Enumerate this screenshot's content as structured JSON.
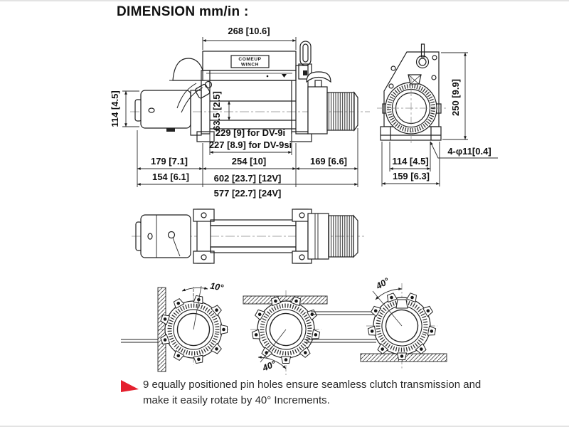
{
  "title": "DIMENSION mm/in :",
  "colors": {
    "accent_red": "#e4202e",
    "line": "#1f1f1f"
  },
  "front_view": {
    "brand": {
      "line1": "COMEUP",
      "line2": "WINCH"
    },
    "dims": {
      "width_top": "268 [10.6]",
      "height_left": "114 [4.5]",
      "drum_diameter": "63.5 [2.5]",
      "drum_length_dv9i": "229 [9] for DV-9i",
      "drum_length_dv9si": "227 [8.9] for DV-9si",
      "motor_section": "179 [7.1]",
      "mount_bolt_span": "254 [10]",
      "gear_section": "169 [6.6]",
      "motor_length": "154 [6.1]",
      "overall_length_12v": "602 [23.7] [12V]",
      "overall_length_24v": "577 [22.7] [24V]"
    }
  },
  "side_view": {
    "dims": {
      "height": "250 [9.9]",
      "mount_holes": "4-φ11[0.4]",
      "bolt_span": "114 [4.5]",
      "base_width": "159 [6.3]"
    }
  },
  "rotation_diagrams": {
    "left_angle": "10°",
    "middle_angle": "40°",
    "right_angle": "40°"
  },
  "note": {
    "line1": "9 equally positioned pin holes ensure seamless clutch transmission and",
    "line2": "make it easily rotate by 40° Increments."
  }
}
